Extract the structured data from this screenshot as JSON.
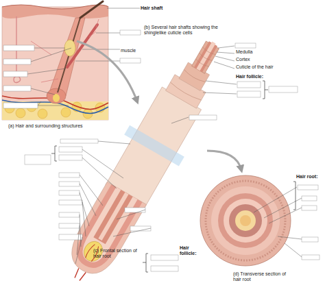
{
  "diagram": {
    "labels": [
      "Hair shaft",
      "(b) Several hair shafts showing the shinglelike cuticle cells",
      "muscle",
      "Medulla",
      "Cortex",
      "Cuticle of the hair",
      "Hair follicle:",
      "(a) Hair and surrounding structures",
      "Hair root:",
      "Hair follicle:",
      "(c) Frontal section of hair root",
      "(d) Transverse section of hair root"
    ]
  }
}
